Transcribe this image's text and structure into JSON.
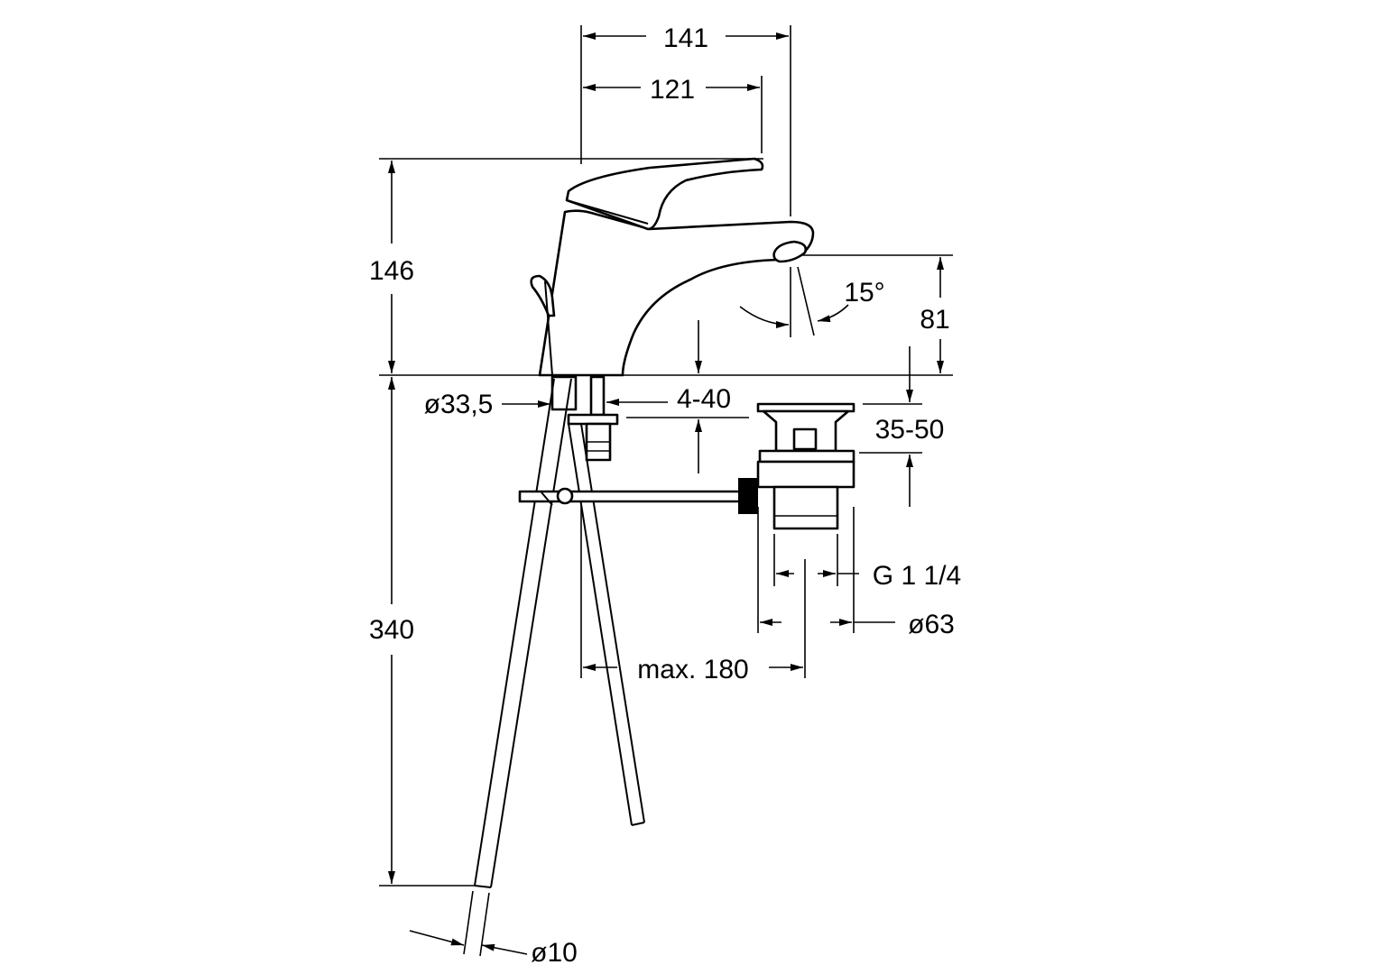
{
  "dimensions": {
    "width_total": "141",
    "width_handle": "121",
    "height_total": "146",
    "spout_height": "81",
    "spout_angle": "15°",
    "base_diameter": "ø33,5",
    "countertop_thickness": "4-40",
    "waste_range": "35-50",
    "thread": "G 1 1/4",
    "waste_diameter": "ø63",
    "max_distance": "max. 180",
    "supply_length": "340",
    "hose_diameter": "ø10"
  }
}
